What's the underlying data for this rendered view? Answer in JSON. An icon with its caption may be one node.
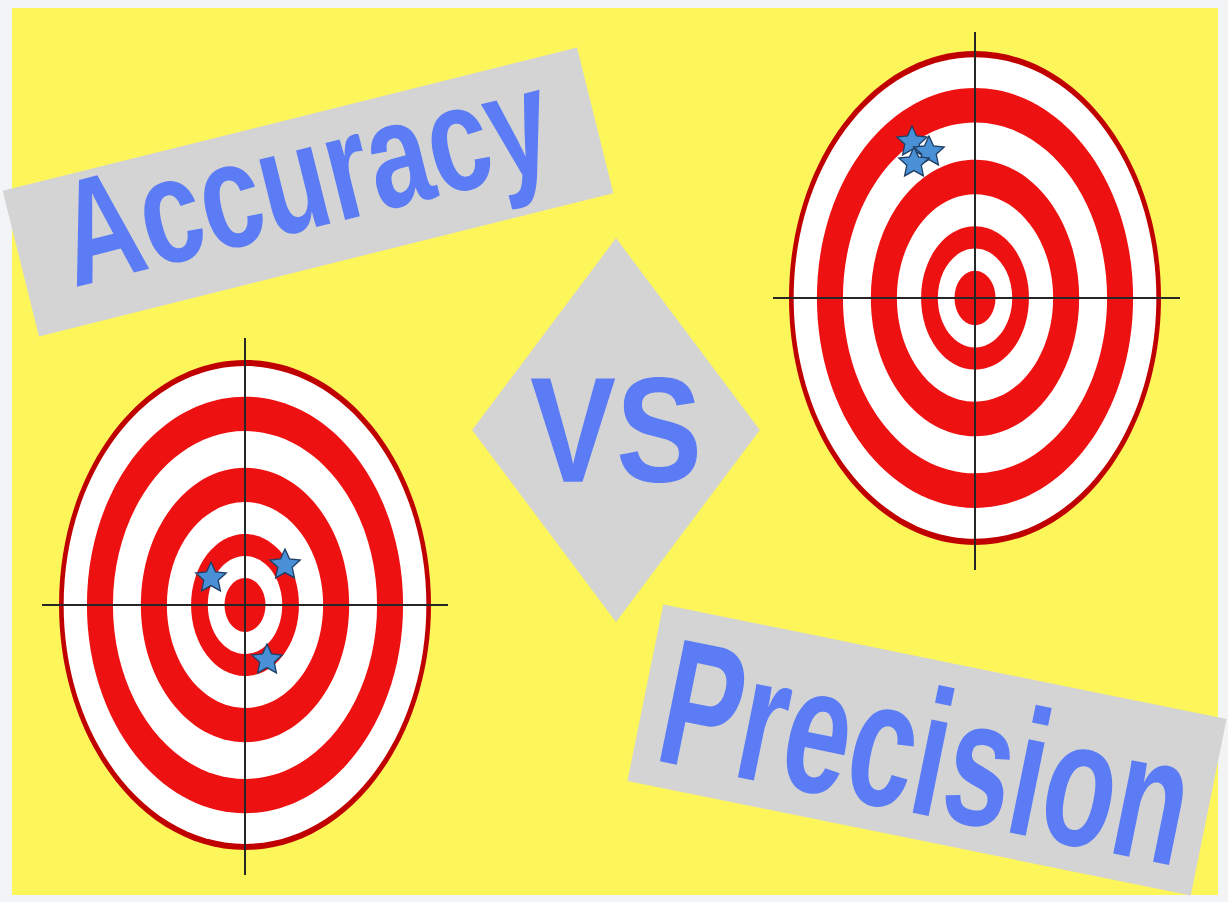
{
  "diagram": {
    "nodes": [
      {
        "text": [
          "Accuracy"
        ]
      },
      {
        "text": [
          "VS"
        ]
      },
      {
        "text": [
          "Precision"
        ]
      }
    ]
  }
}
